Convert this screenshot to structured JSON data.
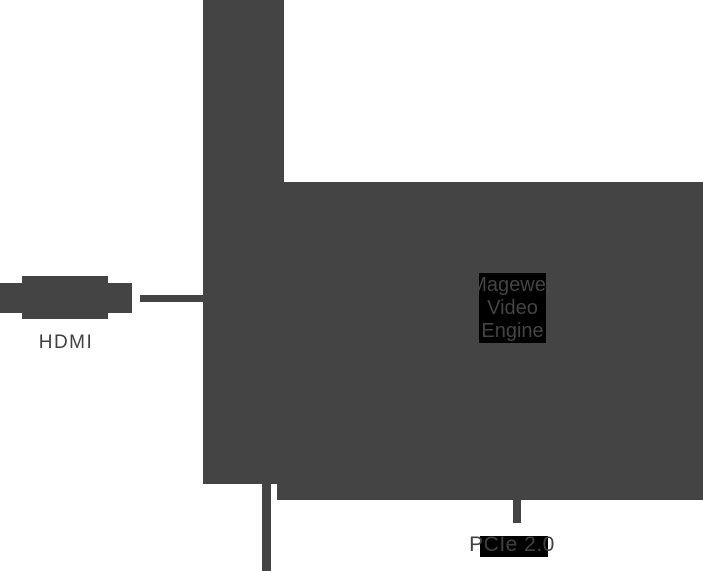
{
  "colors": {
    "background": "#ffffff",
    "shape": "#444444",
    "label_text": "#414141",
    "placeholder_black": "#000000"
  },
  "diagram": {
    "labels": {
      "hdmi": "HDMI",
      "pcie": "PCIe 2.0"
    },
    "engine": {
      "line1": "Magewell",
      "line2": "Video",
      "line3": "Engine"
    }
  }
}
